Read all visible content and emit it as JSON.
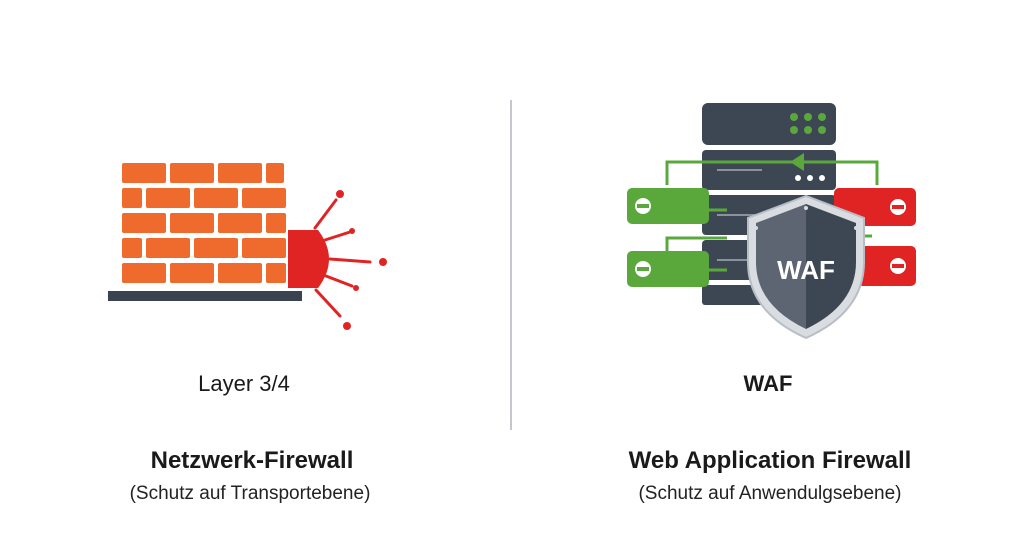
{
  "left": {
    "layer_label": "Layer 3/4",
    "title": "Netzwerk-Firewall",
    "subtitle": "(Schutz auf Transportebene)",
    "icon": "brick-wall-icon",
    "colors": {
      "brick": "#ee6b2d",
      "mortar": "#ffffff",
      "base": "#3a4350",
      "impact": "#e02424"
    }
  },
  "right": {
    "layer_label": "WAF",
    "title": "Web Application Firewall",
    "subtitle": "(Schutz auf Anwendulgsebene)",
    "icon": "server-shield-icon",
    "shield_label": "WAF",
    "colors": {
      "server": "#3d4653",
      "allowed": "#5aa83c",
      "blocked": "#e02424",
      "shield": "#5a6370"
    }
  }
}
